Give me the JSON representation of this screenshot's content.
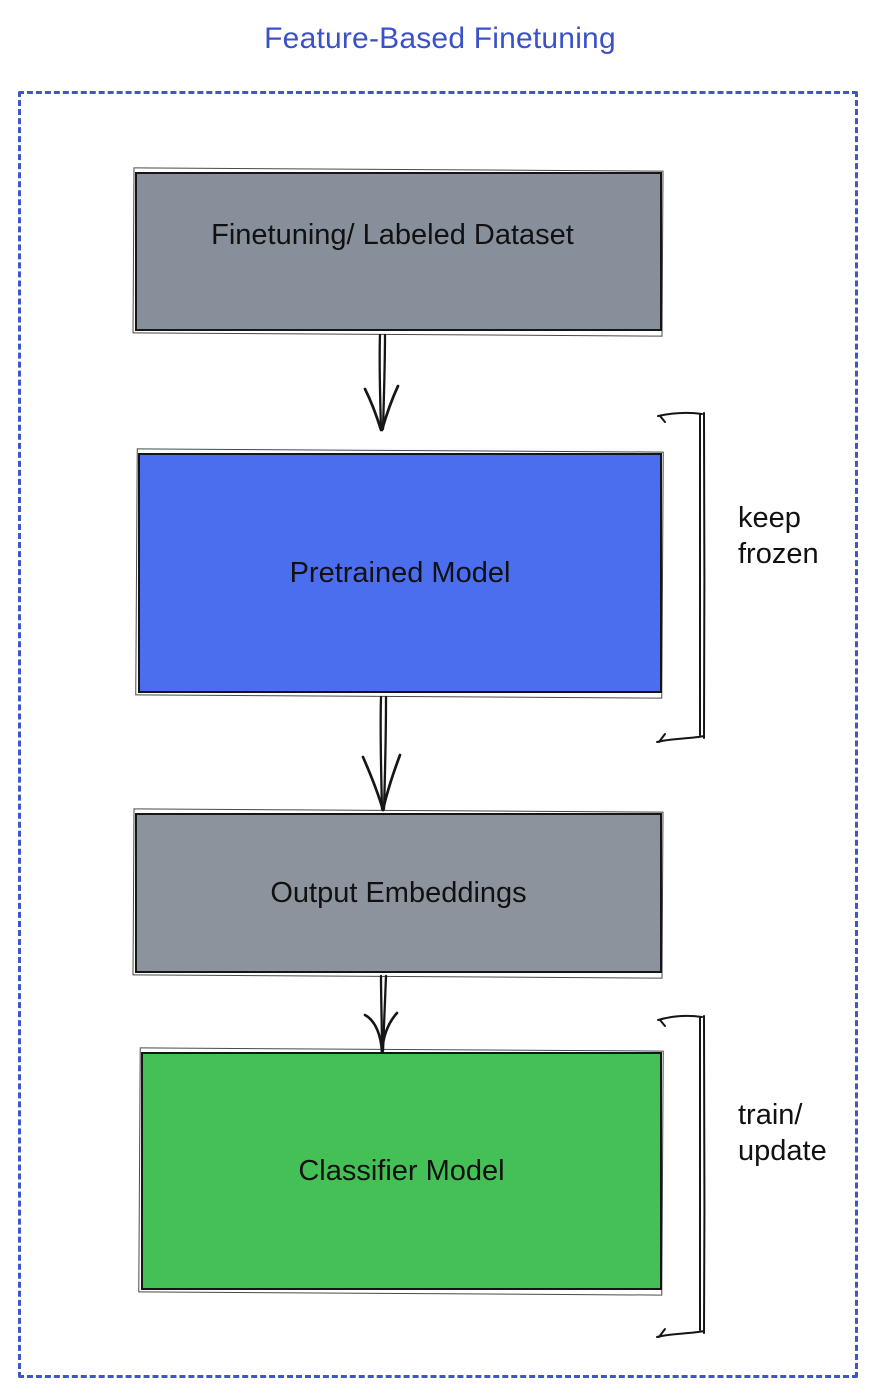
{
  "title": "Feature-Based Finetuning",
  "colors": {
    "title": "#3b51c8",
    "frame_border": "#4056c8",
    "ink": "#161616",
    "label_text": "#111111",
    "node_dataset_fill": "#878f9a",
    "node_pretrained_fill": "#4b6eee",
    "node_embeddings_fill": "#8d939d",
    "node_classifier_fill": "#44c056"
  },
  "diagram": {
    "nodes": [
      {
        "id": "dataset",
        "label": "Finetuning/ Labeled Dataset",
        "fill": "#878f9a"
      },
      {
        "id": "pretrained",
        "label": "Pretrained Model",
        "fill": "#4b6eee"
      },
      {
        "id": "embeddings",
        "label": "Output Embeddings",
        "fill": "#8d939d"
      },
      {
        "id": "classifier",
        "label": "Classifier Model",
        "fill": "#44c056"
      }
    ],
    "edges": [
      {
        "from": "dataset",
        "to": "pretrained"
      },
      {
        "from": "pretrained",
        "to": "embeddings"
      },
      {
        "from": "embeddings",
        "to": "classifier"
      }
    ],
    "annotations": [
      {
        "target": "pretrained",
        "lines": [
          "keep",
          "frozen"
        ]
      },
      {
        "target": "classifier",
        "lines": [
          "train/",
          "update"
        ]
      }
    ]
  }
}
